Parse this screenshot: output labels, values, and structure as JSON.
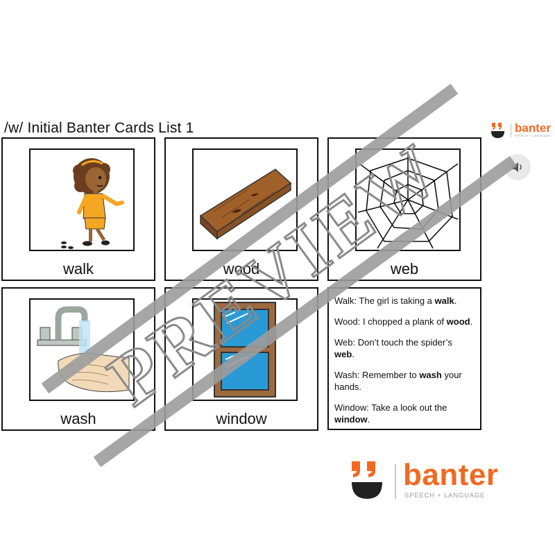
{
  "title": "/w/ Initial Banter Cards List 1",
  "brand": {
    "name": "banter",
    "tagline": "SPEECH + LANGUAGE",
    "accent": "#f26a21"
  },
  "audio_icon": "speaker-icon",
  "cards": [
    {
      "word": "walk",
      "picture": "girl-walking-icon"
    },
    {
      "word": "wood",
      "picture": "plank-of-wood-icon"
    },
    {
      "word": "web",
      "picture": "spider-web-icon"
    },
    {
      "word": "wash",
      "picture": "washing-hands-icon"
    },
    {
      "word": "window",
      "picture": "window-icon"
    }
  ],
  "sentences": [
    {
      "lead": "Walk: The girl is taking a ",
      "target": "walk",
      "end": "."
    },
    {
      "lead": "Wood: I chopped a plank of ",
      "target": "wood",
      "end": "."
    },
    {
      "lead": "Web: Don’t touch the spider’s ",
      "target": "web",
      "end": "."
    },
    {
      "lead": "Wash: Remember to ",
      "target": "wash",
      "end": " your hands."
    },
    {
      "lead": "Window: Take a look out the ",
      "target": "window",
      "end": "."
    }
  ],
  "watermark": "PREVIEW"
}
